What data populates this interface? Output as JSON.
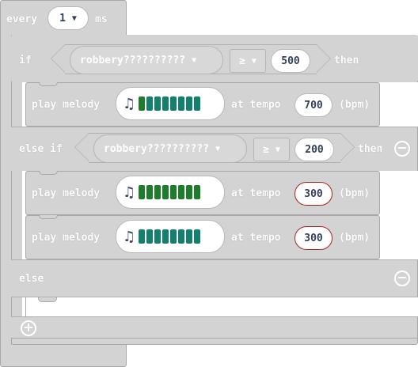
{
  "every_block": {
    "prefix": "every",
    "value": "1",
    "suffix": "ms"
  },
  "if_block": {
    "if_label": "if",
    "then_label": "then",
    "condition": {
      "sensor": "robbery??????????",
      "operator": "≥",
      "value": "500"
    },
    "body": [
      {
        "label": "play melody",
        "tempo_label": "at tempo",
        "tempo": "700",
        "unit": "(bpm)",
        "notes": [
          "g",
          "t",
          "t",
          "t",
          "t",
          "t",
          "t",
          "t"
        ]
      }
    ],
    "else_if_label": "else if",
    "else_if_condition": {
      "sensor": "robbery??????????",
      "operator": "≥",
      "value": "200"
    },
    "else_if_then_label": "then",
    "else_if_body": [
      {
        "label": "play melody",
        "tempo_label": "at tempo",
        "tempo": "300",
        "unit": "(bpm)",
        "notes": [
          "g",
          "g",
          "g",
          "g",
          "g",
          "g",
          "g",
          "g"
        ]
      },
      {
        "label": "play melody",
        "tempo_label": "at tempo",
        "tempo": "300",
        "unit": "(bpm)",
        "notes": [
          "t",
          "t",
          "t",
          "t",
          "t",
          "t",
          "t",
          "t"
        ]
      }
    ],
    "else_label": "else"
  },
  "icons": {
    "remove_elseif": "minus-circle",
    "remove_else": "minus-circle",
    "add_branch": "plus-circle",
    "melody": "music-note"
  },
  "colors": {
    "block": "#d3d3d3",
    "text_field": "#333e5a",
    "note_teal": "#13806e",
    "note_green": "#1e7d2a",
    "tempo_border_red": "#a8231e"
  }
}
